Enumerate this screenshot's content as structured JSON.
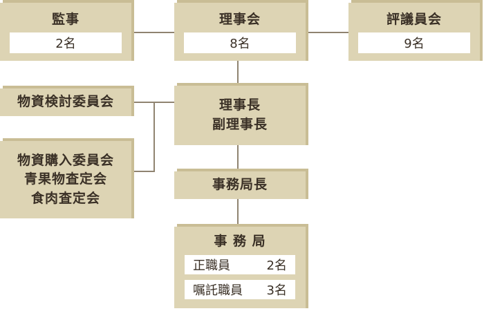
{
  "auditor": {
    "title": "監事",
    "count": "2名"
  },
  "board": {
    "title": "理事会",
    "count": "8名"
  },
  "council": {
    "title": "評議員会",
    "count": "9名"
  },
  "chairman": {
    "line1": "理事長",
    "line2": "副理事長"
  },
  "committee_review": {
    "title": "物資検討委員会"
  },
  "committee_purchase": {
    "line1": "物資購入委員会",
    "line2": "青果物査定会",
    "line3": "食肉査定会"
  },
  "secretary_general": {
    "title": "事務局長"
  },
  "secretariat": {
    "title": "事 務 局",
    "rows": [
      {
        "label": "正職員",
        "count": "2名"
      },
      {
        "label": "嘱託職員",
        "count": "3名"
      }
    ]
  },
  "colors": {
    "box": "#ddd4b4",
    "box_side": "#c9bd95",
    "line": "#8f8370",
    "text": "#3a3026"
  }
}
